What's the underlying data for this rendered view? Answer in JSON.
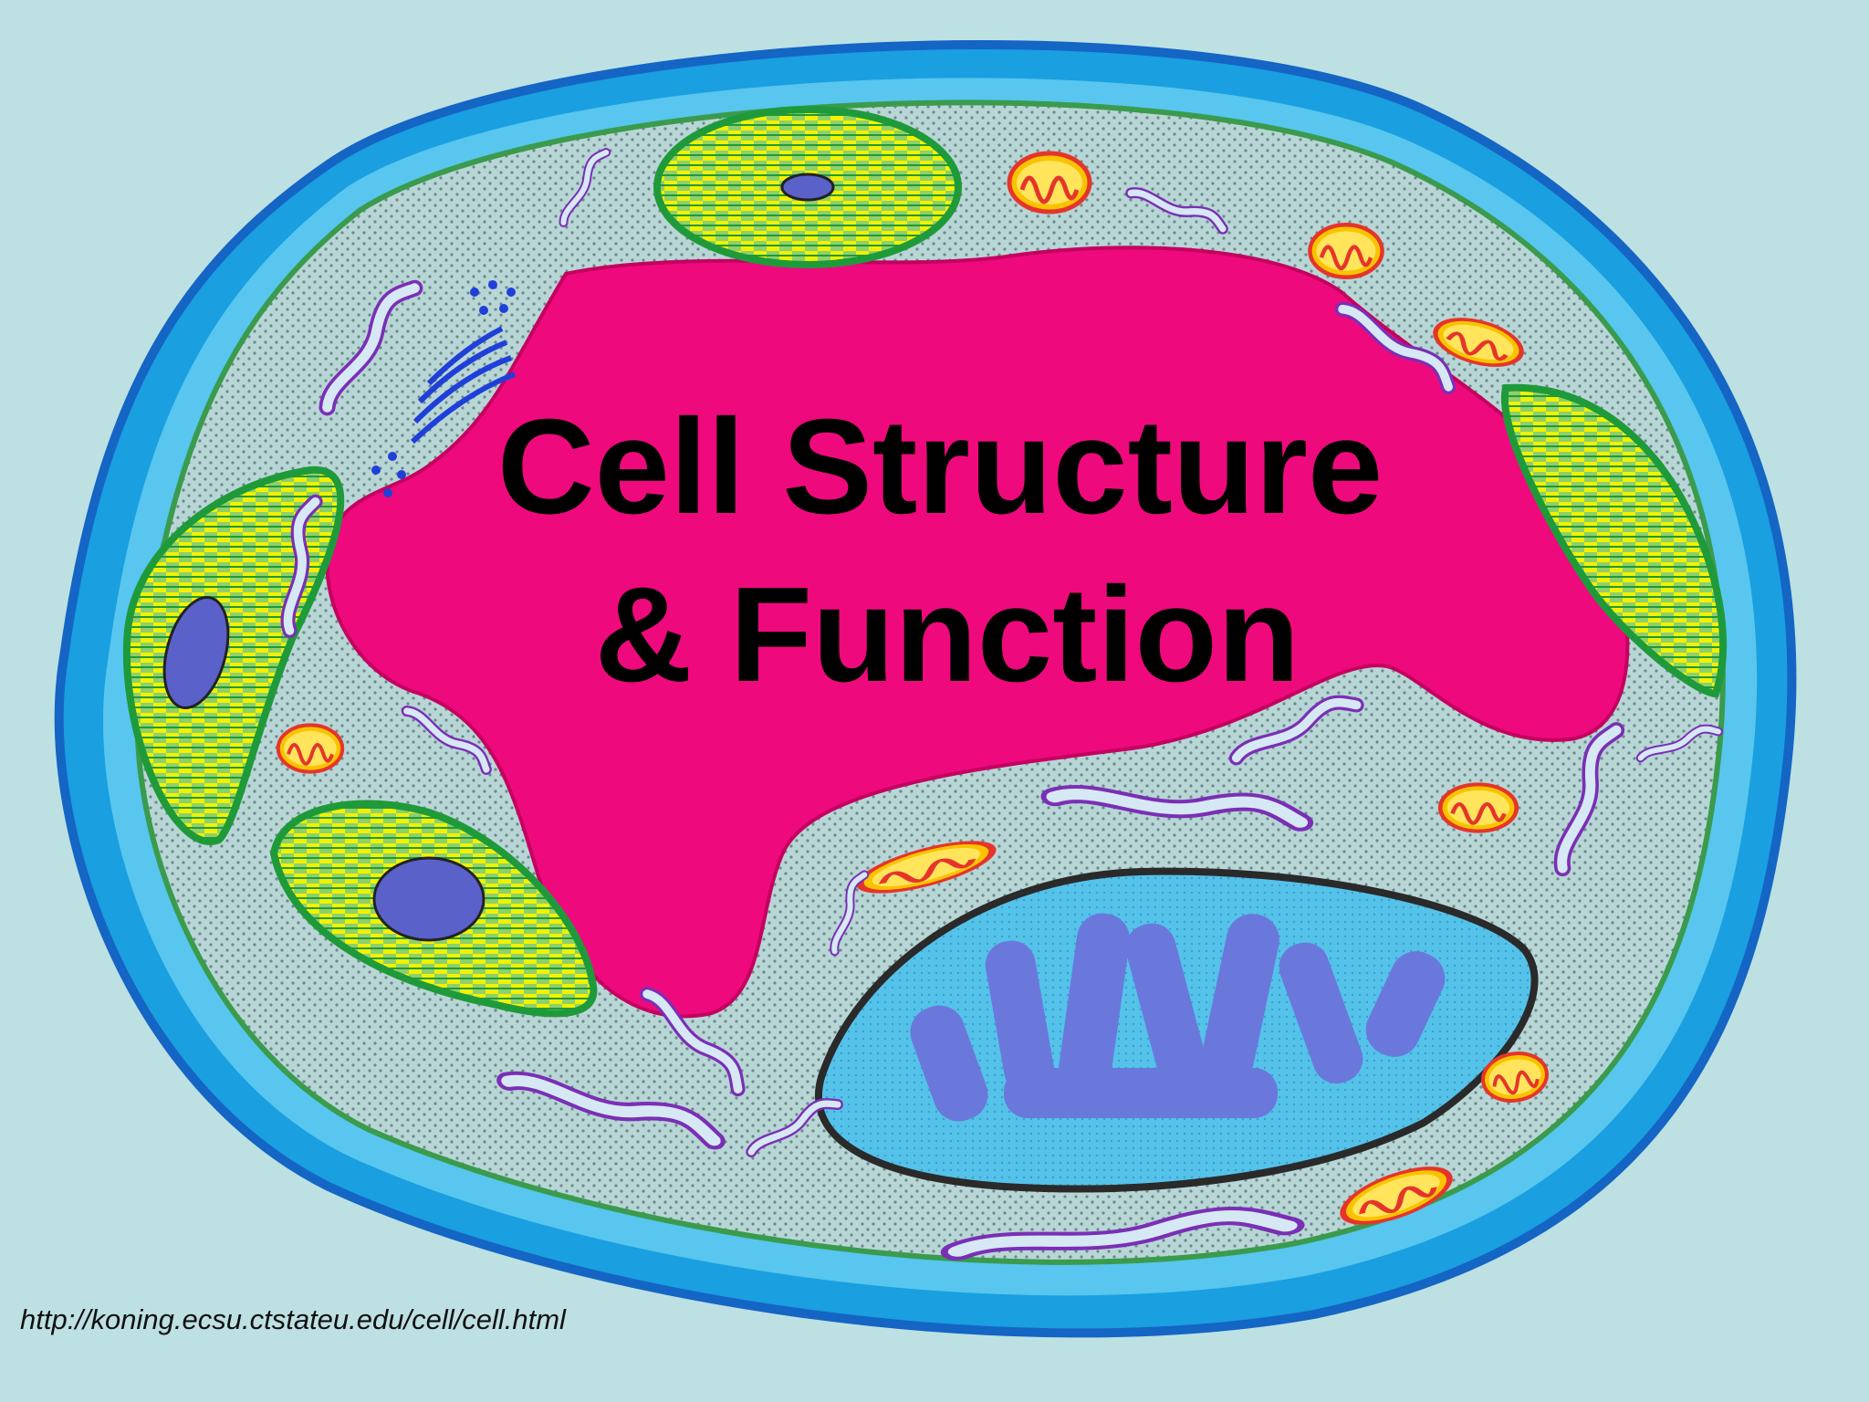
{
  "slide": {
    "title_line1": "Cell Structure",
    "title_line2": "& Function",
    "source_url": "http://koning.ecsu.ctstateu.edu/cell/cell.html"
  },
  "colors": {
    "background": "#bde0e3",
    "cell_wall": "#1a9fe0",
    "cytoplasm": "#b9d6d6",
    "vacuole": "#ee0a7c",
    "nucleus": "#55c2ea",
    "chromatin": "#6a78dc",
    "chloroplast": "#f2f200",
    "mitochondrion": "#f9c300"
  }
}
